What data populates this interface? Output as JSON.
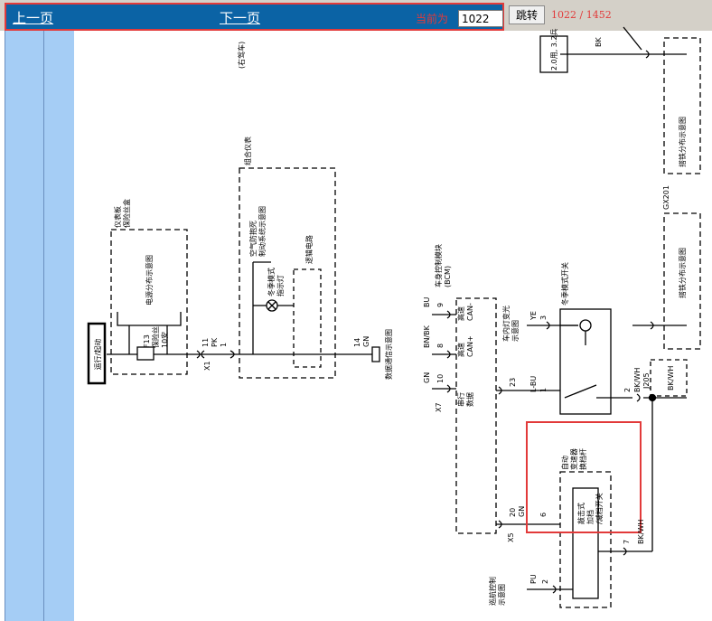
{
  "nav": {
    "prev_label": "上一页",
    "next_label": "下一页",
    "current_label": "当前为",
    "page_value": "1022",
    "jump_label": "跳转",
    "page_info": "1022 / 1452"
  },
  "diagram": {
    "run_start": "运行/起动",
    "ip_fuse_box": "仪表板\n保险丝盒",
    "power_dist": "电源分布示意图",
    "fuse_f13": "F13\n保险丝\n10安",
    "conn_x1": "X1",
    "pin_11": "11",
    "wire_pk": "PK",
    "pin_1": "1",
    "right_drive": "(右驾车)",
    "cluster": "组合仪表",
    "ac_diag": "空气防抱死\n制动系统示意图",
    "winter_ind": "冬季模式\n指示灯",
    "logic": "逻辑电路",
    "pin_14": "14",
    "wire_gn": "GN",
    "data_comm": "数据通信示意图",
    "pin_9": "9",
    "wire_bu": "BU",
    "pin_8": "8",
    "wire_bnbk": "BN/BK",
    "pin_10": "10",
    "wire_gn2": "GN",
    "conn_x7": "X7",
    "bcm_title": "车身控制模块\n(BCM)",
    "can_h": "高速\nCAN-",
    "can_l": "高速\nCAN+",
    "serial": "串行\n数据",
    "pin_23": "23",
    "pin_20": "20",
    "wire_gn3": "GN",
    "conn_x5": "X5",
    "interior_light": "车内灯变光\n示意图",
    "wire_ye": "YE",
    "pin_3": "3",
    "winter_switch": "冬季模式开关",
    "wire_lbu": "L-BU",
    "pin_1b": "1",
    "pin_2": "2",
    "wire_bkwh": "BK/WH",
    "j205": "J205",
    "wire_bkwh2": "BK/WH",
    "trans_switch": "自动\n变速器\n换档杆",
    "tap_switch": "敲击式\n加档\n/减档开关",
    "pin_6": "6",
    "pin_7": "7",
    "wire_bkwh3": "BK/WH",
    "wire_pu": "PU",
    "pin_2b": "2",
    "cruise": "巡航控制\n示意图",
    "ground_dist": "搭铁分布示意图",
    "ground_dist2": "搭铁分布示意图",
    "g201": "GX201",
    "wire_bk": "BK",
    "wire_size": "2.0用, 3.2兵"
  },
  "colors": {
    "nav_bg": "#0b63a5",
    "highlight": "#e23a3a",
    "panel": "#a5cdf5"
  }
}
